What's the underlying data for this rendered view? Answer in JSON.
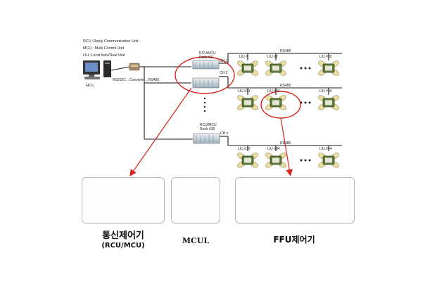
{
  "legend": [
    "RCU :Reply Communication Unit",
    "MCU : Multi Control Unit",
    "LIU :Local Indv/Dual Unit"
  ],
  "hcu_label": "HCU",
  "converter_label": "RS232C→Converter→RS485",
  "rack1_label": "RCU/MCU\nRack #01",
  "rack38_label": "RCU/MCU\nRack #38",
  "ch1_label": "CH 1",
  "ch2_label": "CH 2",
  "chn_label": "CH n",
  "rs485_label": "RS485",
  "rows": [
    [
      "LIU #",
      "LIU #2",
      "LIU #32"
    ],
    [
      "LIU #33",
      "LIU #34",
      "LIU #64"
    ],
    [
      "LIU #33",
      "LIU #34",
      "LIU #64"
    ]
  ],
  "captions": {
    "rcu_line1": "통신제어기",
    "rcu_line2": "(RCU/MCU)",
    "mcul": "MCUL",
    "ffu": "FFU제어기"
  },
  "colors": {
    "highlight": "#d9231d",
    "line": "#1a1a1a",
    "panel_border": "#b7b7b7"
  }
}
